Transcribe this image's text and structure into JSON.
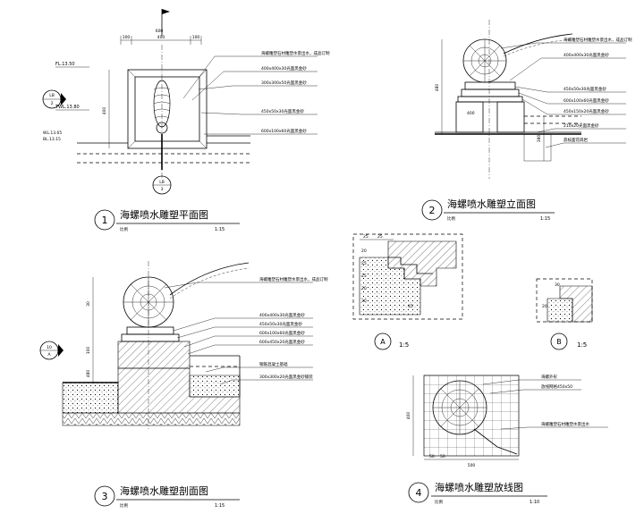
{
  "drawing": {
    "views": [
      {
        "number": "1",
        "title": "海螺喷水雕塑平面图",
        "scale_label": "比例",
        "scale": "1:15"
      },
      {
        "number": "2",
        "title": "海螺喷水雕塑立面图",
        "scale_label": "比例",
        "scale": "1:15"
      },
      {
        "number": "3",
        "title": "海螺喷水雕塑剖面图",
        "scale_label": "比例",
        "scale": "1:15"
      },
      {
        "number": "4",
        "title": "海螺喷水雕塑放线图",
        "scale_label": "比例",
        "scale": "1:10"
      }
    ],
    "details": [
      {
        "letter": "A",
        "scale": "1:5"
      },
      {
        "letter": "B",
        "scale": "1:5"
      }
    ],
    "plan": {
      "levels": [
        "FL.13.50",
        "TWL.13.80",
        "WL.13.65",
        "BL.13.15"
      ],
      "bubble_top": {
        "top": "LB",
        "bottom": "2"
      },
      "bubble_bottom": {
        "top": "LB",
        "bottom": "3"
      },
      "dims": [
        "600",
        "100",
        "400",
        "100"
      ],
      "notes": [
        "海螺雕塑石材雕塑水景出水，成品订制",
        "400x400x30光面黑金砂",
        "300x300x50光面黑金砂",
        "450x50x30光面黑金砂",
        "600x100x60光面黑金砂"
      ]
    },
    "elevation": {
      "notes": [
        "海螺雕塑石材雕塑水景出水，成品订制",
        "400x400x30光面黑金砂",
        "450x50x30光面黑金砂",
        "600x100x60光面黑金砂",
        "450x150x20光面黑金砂",
        "210x20光面黑金砂",
        "荔枝面花岗岩"
      ],
      "dims": [
        "400",
        "480",
        "380"
      ]
    },
    "section": {
      "bubble": {
        "top": "10",
        "bottom": "A"
      },
      "notes": [
        "海螺雕塑石材雕塑水景出水，成品订制",
        "400x400x30光面黑金砂",
        "450x50x30光面黑金砂",
        "600x100x60光面黑金砂",
        "600x450x20光面黑金砂",
        "钢筋混凝土基础",
        "300x300x20光面黑金砂铺装"
      ],
      "dims": [
        "30",
        "100",
        "480"
      ]
    },
    "layout": {
      "notes": [
        "海螺外形",
        "放线网格450x50",
        "海螺雕塑石材雕塑水景出水"
      ],
      "dims": [
        "50",
        "50",
        "500",
        "400"
      ]
    },
    "detail_a": {
      "dims": [
        "25",
        "25",
        "20",
        "25",
        "25",
        "20",
        "30",
        "45"
      ]
    },
    "detail_b": {
      "dims": [
        "30",
        "20"
      ]
    }
  }
}
